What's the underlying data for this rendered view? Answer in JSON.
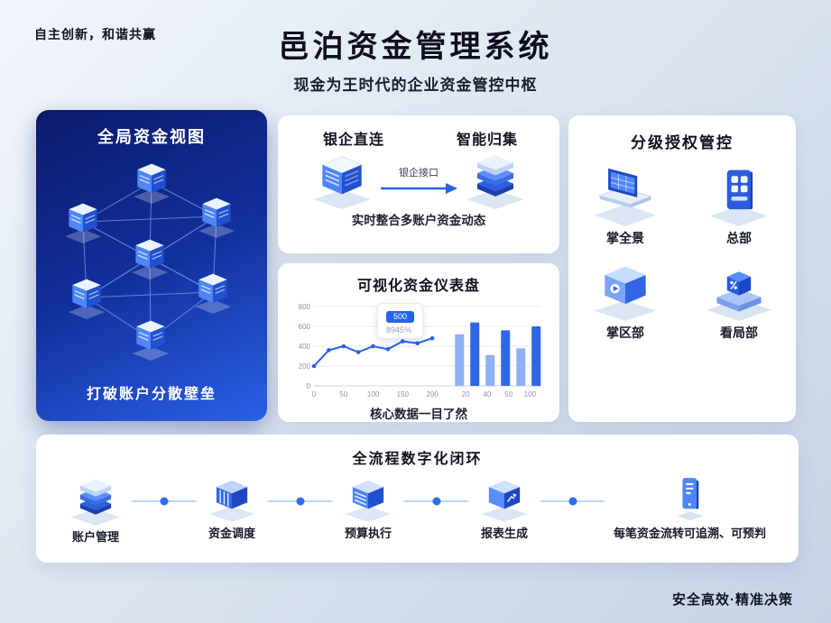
{
  "header": {
    "slogan": "自主创新，和谐共赢",
    "title": "邑泊资金管理系统",
    "subtitle": "现金为王时代的企业资金管控中枢"
  },
  "left_panel": {
    "title": "全局资金视图",
    "caption": "打破账户分散壁垒"
  },
  "bank_panel": {
    "title_left": "银企直连",
    "title_right": "智能归集",
    "arrow_label": "银企接口",
    "caption": "实时整合多账户资金动态",
    "icons": [
      "bank-server-icon",
      "collect-stack-icon"
    ]
  },
  "dashboard_panel": {
    "title": "可视化资金仪表盘",
    "caption": "核心数据一目了然",
    "legend": {
      "primary": "500",
      "secondary": "8945%"
    },
    "chart_data": {
      "type": "line+bar",
      "title": "可视化资金仪表盘",
      "ylim": [
        0,
        800
      ],
      "y_ticks": [
        0,
        200,
        400,
        600,
        800
      ],
      "line": {
        "x": [
          0,
          25,
          50,
          75,
          100,
          125,
          150,
          175,
          200
        ],
        "values": [
          200,
          360,
          400,
          340,
          400,
          370,
          450,
          430,
          480
        ],
        "x_ticks": [
          0,
          50,
          100,
          150,
          200
        ]
      },
      "bars": {
        "values": [
          520,
          640,
          310,
          560,
          380,
          600
        ],
        "x_ticks": [
          "20",
          "40",
          "50",
          "100"
        ]
      },
      "legend": [
        "500",
        "8945%"
      ],
      "grid": true,
      "accent_color": "#2563eb",
      "bar_colors": [
        "#8fb1f5",
        "#2e66e8"
      ]
    }
  },
  "auth_panel": {
    "title": "分级授权管控",
    "items": [
      {
        "icon": "laptop-icon",
        "label": "掌全景"
      },
      {
        "icon": "tablet-grid-icon",
        "label": "总部"
      },
      {
        "icon": "cube-icon",
        "label": "掌区部"
      },
      {
        "icon": "podium-chart-icon",
        "label": "看局部"
      }
    ]
  },
  "process_panel": {
    "title": "全流程数字化闭环",
    "steps": [
      {
        "icon": "layers-stack-icon",
        "label": "账户管理"
      },
      {
        "icon": "fund-box-icon",
        "label": "资金调度"
      },
      {
        "icon": "budget-doc-icon",
        "label": "预算执行"
      },
      {
        "icon": "report-cube-icon",
        "label": "报表生成"
      },
      {
        "icon": "phone-trace-icon",
        "label": "每笔资金流转可追溯、可预判"
      }
    ]
  },
  "footer": {
    "text": "安全高效·精准决策"
  },
  "colors": {
    "accent": "#2563eb",
    "panel_dark_top": "#0b1a6b",
    "panel_dark_bottom": "#2a60e6",
    "background_top": "#f1f5fb",
    "background_bottom": "#c5d3e6"
  }
}
